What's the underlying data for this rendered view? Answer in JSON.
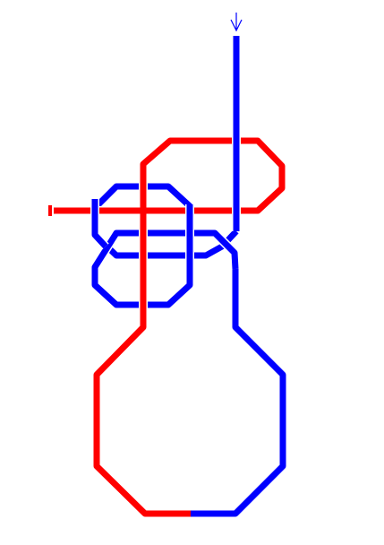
{
  "colors": {
    "background": "#ffffff",
    "red_strand": "#ff0000",
    "blue_strand": "#0000ff",
    "outline": "#ffffff"
  },
  "strands": [
    {
      "name": "red-strand",
      "color_key": "red_strand"
    },
    {
      "name": "blue-strand",
      "color_key": "blue_strand"
    }
  ],
  "markers": [
    {
      "name": "entry-arrow-icon",
      "color_key": "blue_strand"
    },
    {
      "name": "end-cap-marker",
      "color_key": "red_strand"
    }
  ]
}
